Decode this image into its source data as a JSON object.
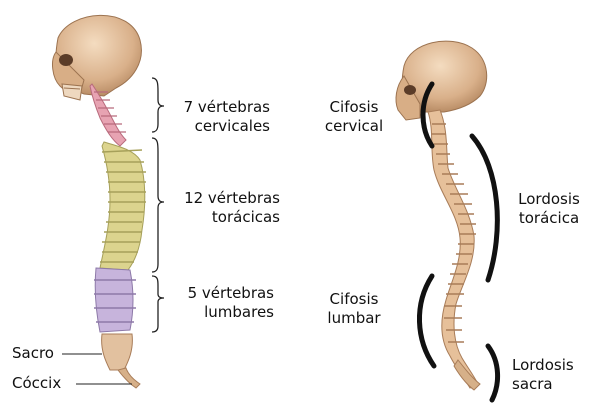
{
  "front_view": {
    "labels": {
      "cervical": [
        "7 vértebras",
        "cervicales"
      ],
      "thoracic": [
        "12 vértebras",
        "torácicas"
      ],
      "lumbar": [
        "5 vértebras",
        "lumbares"
      ],
      "sacrum": "Sacro",
      "coccyx": "Cóccix"
    }
  },
  "side_view": {
    "labels": {
      "cervical_curve": [
        "Cifosis",
        "cervical"
      ],
      "thoracic_curve": [
        "Lordosis",
        "torácica"
      ],
      "lumbar_curve": [
        "Cifosis",
        "lumbar"
      ],
      "sacral_curve": [
        "Lordosis",
        "sacra"
      ]
    }
  },
  "colors": {
    "bone": "#e8c9a8",
    "bone_shadow": "#c49a74",
    "cervical": "#e5a0b0",
    "thoracic": "#dcd48e",
    "lumbar": "#c7b4dc",
    "bracket": "#222222"
  }
}
